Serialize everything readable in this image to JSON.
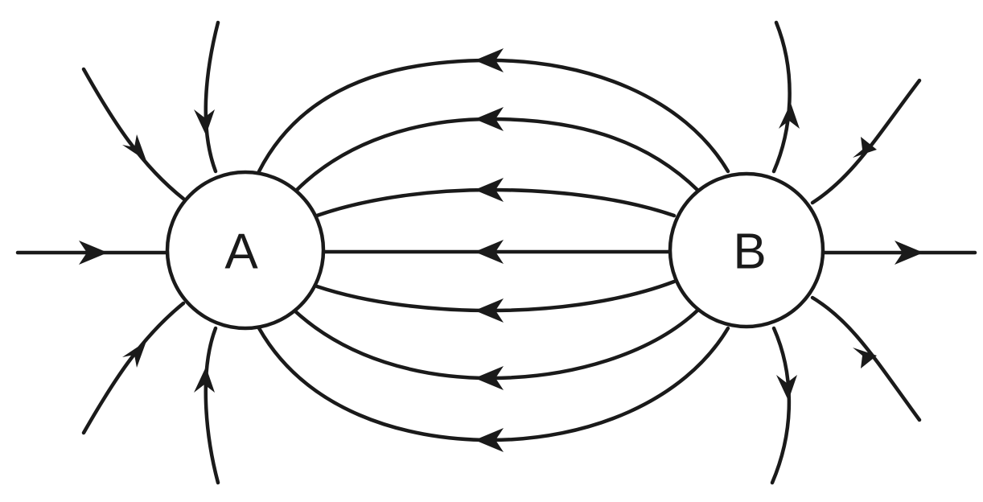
{
  "diagram": {
    "charges": [
      {
        "id": "A",
        "label": "A"
      },
      {
        "id": "B",
        "label": "B"
      }
    ],
    "colors": {
      "line": "#1a1a1a",
      "background": "#ffffff"
    }
  }
}
